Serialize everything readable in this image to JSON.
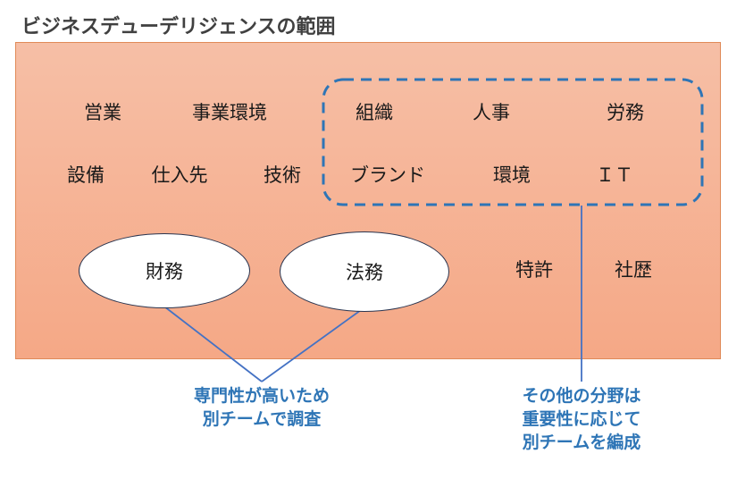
{
  "title": "ビジネスデューデリジェンスの範囲",
  "scope_items": {
    "row1": [
      "営業",
      "事業環境"
    ],
    "row2": [
      "設備",
      "仕入先",
      "技術"
    ],
    "row3": [
      "特許",
      "社歴"
    ]
  },
  "group_other": {
    "row1": [
      "組織",
      "人事",
      "労務"
    ],
    "row2": [
      "ブランド",
      "環境",
      "ＩＴ"
    ]
  },
  "specialist_items": [
    "財務",
    "法務"
  ],
  "notes": {
    "specialist": [
      "専門性が高いため",
      "別チームで調査"
    ],
    "other": [
      "その他の分野は",
      "重要性に応じて",
      "別チームを編成"
    ]
  },
  "colors": {
    "panel_top": "#f6bfa6",
    "panel_bottom": "#f5a886",
    "panel_border": "#e08a58",
    "dashed_border": "#2e75b6",
    "connector": "#4472c4",
    "note_text": "#2e75b6",
    "title_text": "#404040"
  }
}
